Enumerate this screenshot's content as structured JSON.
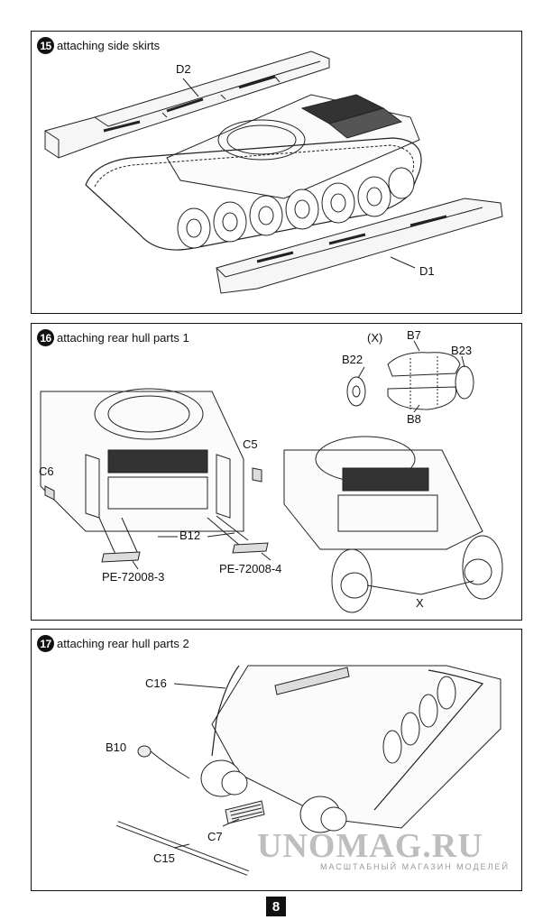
{
  "steps": [
    {
      "number": "15",
      "title": "attaching side skirts",
      "callouts": {
        "d2": "D2",
        "d1": "D1"
      }
    },
    {
      "number": "16",
      "title": "attaching rear hull parts 1",
      "callouts": {
        "x_header": "(X)",
        "b7": "B7",
        "b22": "B22",
        "b23": "B23",
        "b8": "B8",
        "c5": "C5",
        "c6": "C6",
        "b12": "B12",
        "pe3": "PE-72008-3",
        "pe4": "PE-72008-4",
        "x": "X"
      }
    },
    {
      "number": "17",
      "title": "attaching rear hull parts 2",
      "callouts": {
        "c16": "C16",
        "b10": "B10",
        "c7": "C7",
        "c15": "C15"
      }
    }
  ],
  "page_number": "8",
  "watermark": {
    "main": "UNOMAG.RU",
    "sub": "МАСШТАБНЫЙ МАГАЗИН МОДЕЛЕЙ"
  }
}
